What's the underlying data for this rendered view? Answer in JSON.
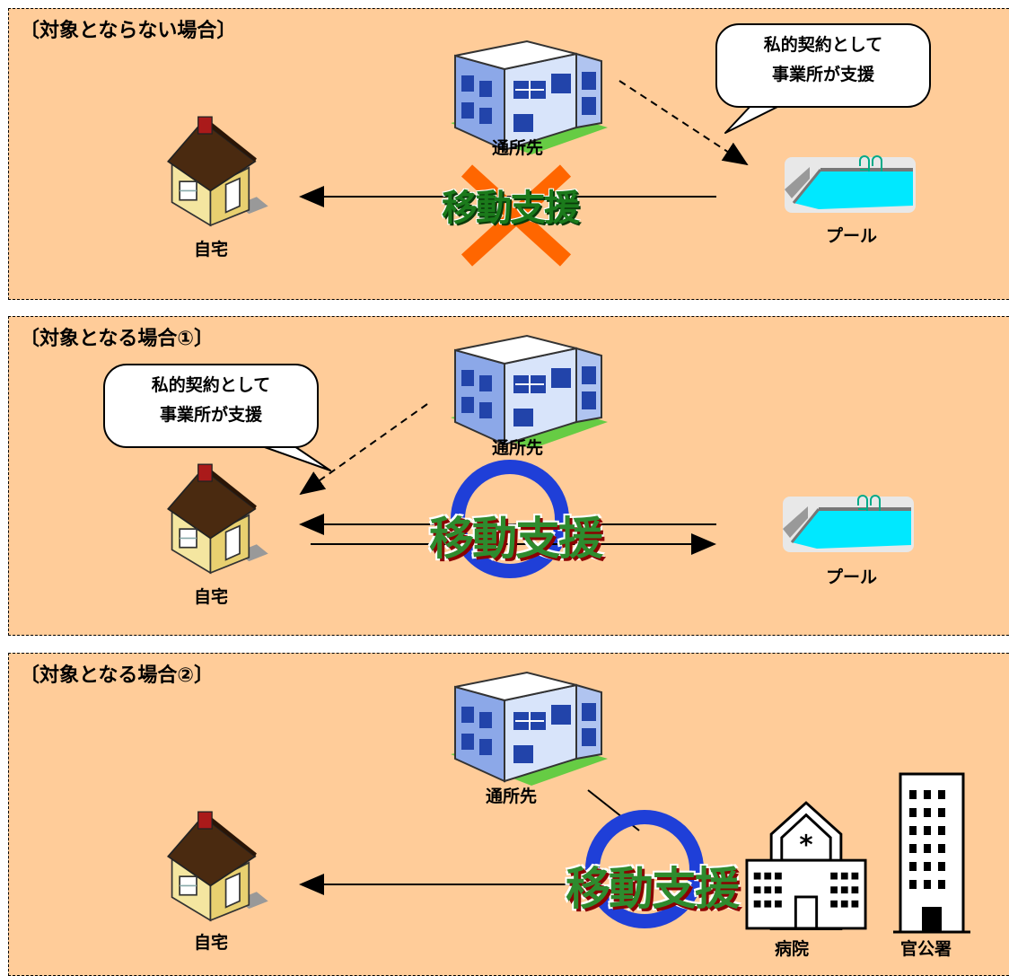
{
  "panels": [
    {
      "title": "〔対象とならない場合〕",
      "bubble": [
        "私的契約として",
        "事業所が支援"
      ],
      "labels": {
        "facility": "通所先",
        "home": "自宅",
        "pool": "プール"
      },
      "support": "移動支援",
      "mark": "cross"
    },
    {
      "title": "〔対象となる場合①〕",
      "bubble": [
        "私的契約として",
        "事業所が支援"
      ],
      "labels": {
        "facility": "通所先",
        "home": "自宅",
        "pool": "プール"
      },
      "support": "移動支援",
      "mark": "circle"
    },
    {
      "title": "〔対象となる場合②〕",
      "labels": {
        "facility": "通所先",
        "home": "自宅",
        "hospital": "病院",
        "office": "官公署"
      },
      "support": "移動支援",
      "mark": "circle"
    }
  ],
  "colors": {
    "panel_bg": "#FFCC99",
    "cross": "#FF6600",
    "circle": "#1F3FD8",
    "support_text": "#2E8B2E"
  },
  "icons": {
    "facility": "office-building-icon",
    "home": "house-icon",
    "pool": "swimming-pool-icon",
    "hospital": "hospital-icon",
    "office": "government-building-icon"
  }
}
